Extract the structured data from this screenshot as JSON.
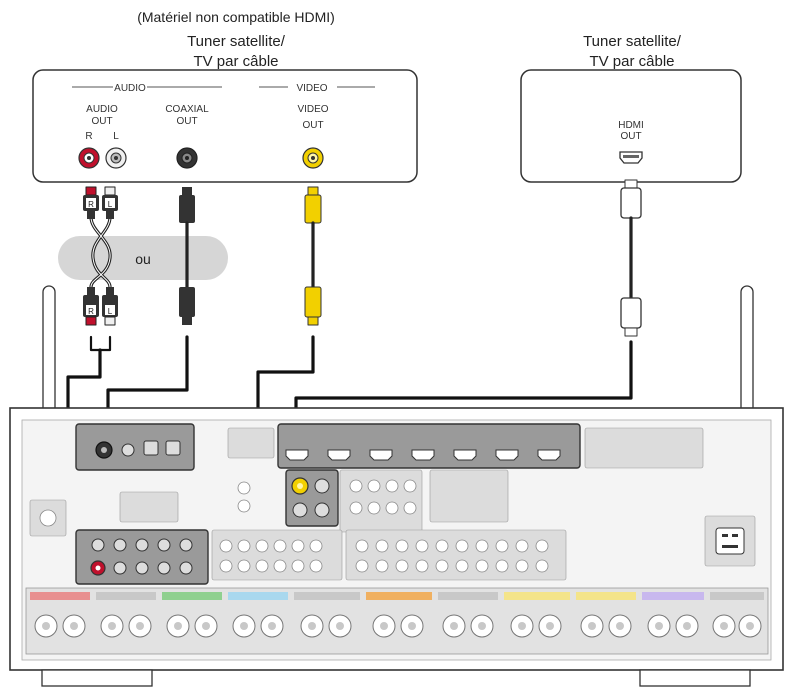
{
  "left_device": {
    "note": "(Matériel non compatible HDMI)",
    "title_line1": "Tuner satellite/",
    "title_line2": "TV par câble",
    "audio_group": "AUDIO",
    "video_group": "VIDEO",
    "audio_out_line1": "AUDIO",
    "audio_out_line2": "OUT",
    "channel_r": "R",
    "channel_l": "L",
    "coaxial_line1": "COAXIAL",
    "coaxial_line2": "OUT",
    "video_out_line1": "VIDEO",
    "video_out_line2": "OUT"
  },
  "right_device": {
    "title_line1": "Tuner satellite/",
    "title_line2": "TV par câble",
    "hdmi_line1": "HDMI",
    "hdmi_line2": "OUT"
  },
  "cable_labels": {
    "or": "ou",
    "plug_r": "R",
    "plug_l": "L"
  },
  "colors": {
    "audio_red": "#c0102c",
    "audio_white": "#f0f0f0",
    "coax_black": "#222222",
    "video_yellow": "#f2d000",
    "panel_gray": "#d9d9d9",
    "highlight_gray": "#9a9a9a",
    "or_band": "#d6d6d6"
  }
}
